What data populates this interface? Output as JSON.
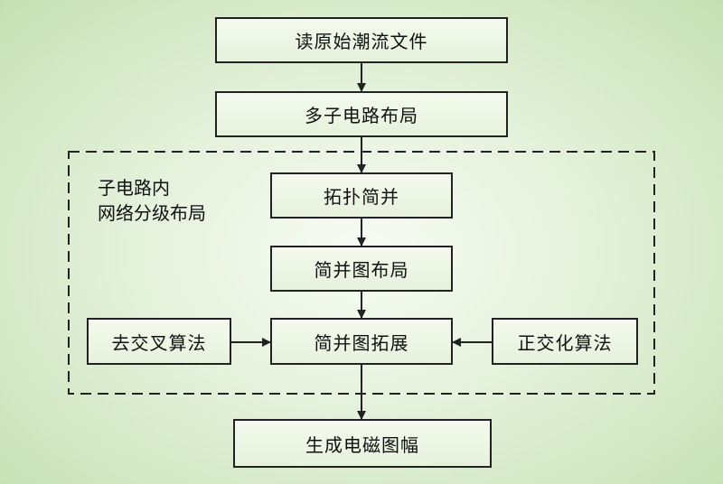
{
  "nodes": {
    "read_flow_file": "读原始潮流文件",
    "multi_subcircuit_layout": "多子电路布局",
    "topology_simplify": "拓扑简并",
    "simplified_graph_layout": "简并图布局",
    "simplified_graph_expand": "简并图拓展",
    "remove_crossing": "去交叉算法",
    "orthogonal": "正交化算法",
    "generate_graph": "生成电磁图幅"
  },
  "region": {
    "label_line1": "子电路内",
    "label_line2": "网络分级布局"
  },
  "colors": {
    "border": "#222222",
    "box_fill": "#e9f3e0",
    "background": "#d2e7c3"
  }
}
